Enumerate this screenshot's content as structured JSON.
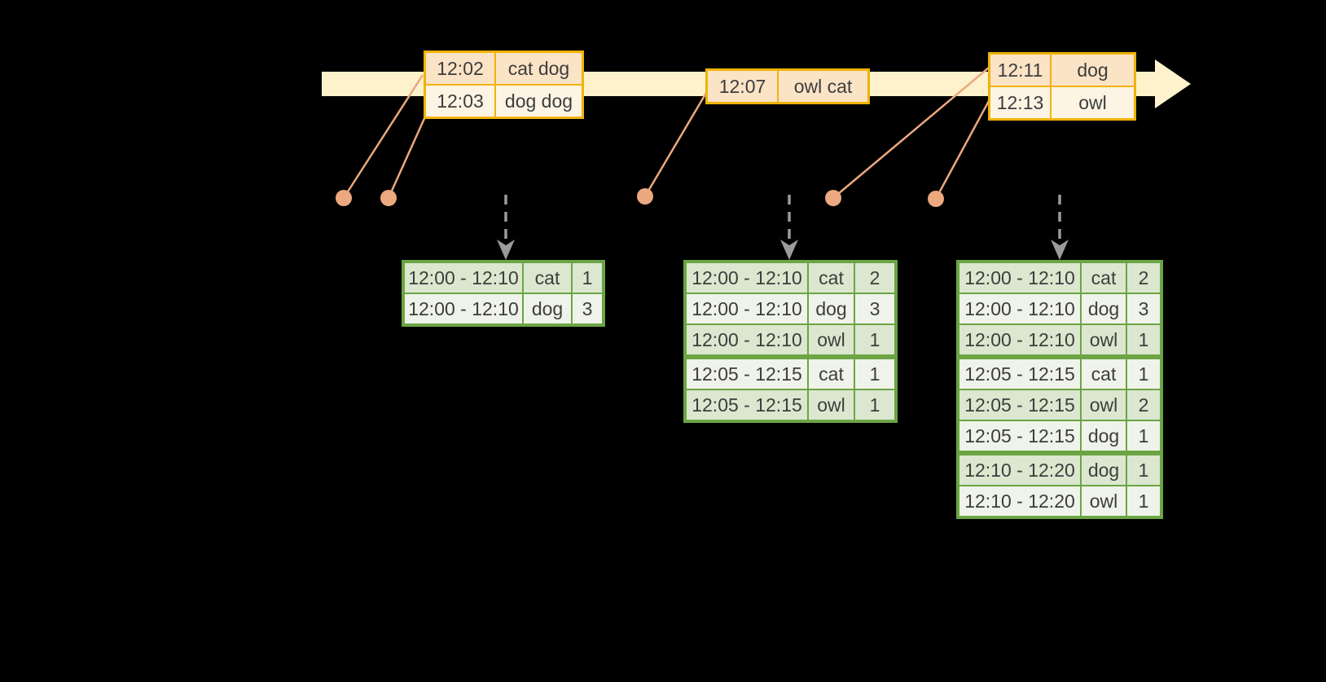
{
  "colors": {
    "background": "#000000",
    "timeline_band": "#fdf2cb",
    "event_table_border": "#f1b308",
    "event_row_peach": "#fbe3c6",
    "event_row_cream": "#fdf4e4",
    "result_table_border": "#6ca544",
    "result_row_sage": "#dbe7cf",
    "result_row_light": "#eff3e9",
    "connector_salmon": "#eca87e",
    "trigger_arrow_gray": "#9b9b9b",
    "text": "#3d3d3d"
  },
  "timeline": {
    "event_tables": [
      {
        "rows": [
          [
            "12:02",
            "cat dog"
          ],
          [
            "12:03",
            "dog dog"
          ]
        ]
      },
      {
        "rows": [
          [
            "12:07",
            "owl cat"
          ]
        ]
      },
      {
        "rows": [
          [
            "12:11",
            "dog"
          ],
          [
            "12:13",
            "owl"
          ]
        ]
      }
    ]
  },
  "result_tables": [
    {
      "rows": [
        [
          "12:00 - 12:10",
          "cat",
          "1"
        ],
        [
          "12:00 - 12:10",
          "dog",
          "3"
        ]
      ],
      "group_breaks": []
    },
    {
      "rows": [
        [
          "12:00 - 12:10",
          "cat",
          "2"
        ],
        [
          "12:00 - 12:10",
          "dog",
          "3"
        ],
        [
          "12:00 - 12:10",
          "owl",
          "1"
        ],
        [
          "12:05 - 12:15",
          "cat",
          "1"
        ],
        [
          "12:05 - 12:15",
          "owl",
          "1"
        ]
      ],
      "group_breaks": [
        3
      ]
    },
    {
      "rows": [
        [
          "12:00 - 12:10",
          "cat",
          "2"
        ],
        [
          "12:00 - 12:10",
          "dog",
          "3"
        ],
        [
          "12:00 - 12:10",
          "owl",
          "1"
        ],
        [
          "12:05 - 12:15",
          "cat",
          "1"
        ],
        [
          "12:05 - 12:15",
          "owl",
          "2"
        ],
        [
          "12:05 - 12:15",
          "dog",
          "1"
        ],
        [
          "12:10 - 12:20",
          "dog",
          "1"
        ],
        [
          "12:10 - 12:20",
          "owl",
          "1"
        ]
      ],
      "group_breaks": [
        3,
        6
      ]
    }
  ]
}
